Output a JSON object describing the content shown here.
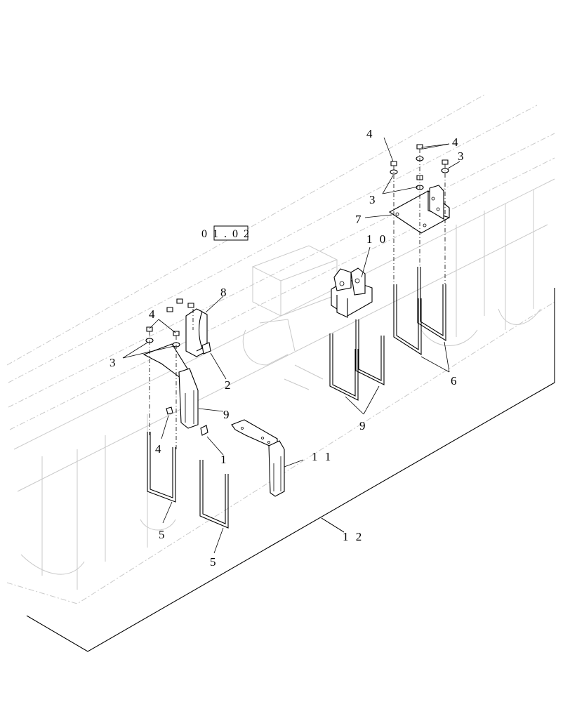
{
  "diagram": {
    "reference": "0 1 . 0 2",
    "callouts": [
      {
        "id": "c1",
        "text": "1"
      },
      {
        "id": "c2",
        "text": "2"
      },
      {
        "id": "c3a",
        "text": "3"
      },
      {
        "id": "c3b",
        "text": "3"
      },
      {
        "id": "c3c",
        "text": "3"
      },
      {
        "id": "c4a",
        "text": "4"
      },
      {
        "id": "c4b",
        "text": "4"
      },
      {
        "id": "c4c",
        "text": "4"
      },
      {
        "id": "c4d",
        "text": "4"
      },
      {
        "id": "c5a",
        "text": "5"
      },
      {
        "id": "c5b",
        "text": "5"
      },
      {
        "id": "c6",
        "text": "6"
      },
      {
        "id": "c7",
        "text": "7"
      },
      {
        "id": "c8",
        "text": "8"
      },
      {
        "id": "c9a",
        "text": "9"
      },
      {
        "id": "c9b",
        "text": "9"
      },
      {
        "id": "c10",
        "text": "1 0"
      },
      {
        "id": "c11",
        "text": "1 1"
      },
      {
        "id": "c12",
        "text": "1 2"
      }
    ]
  }
}
